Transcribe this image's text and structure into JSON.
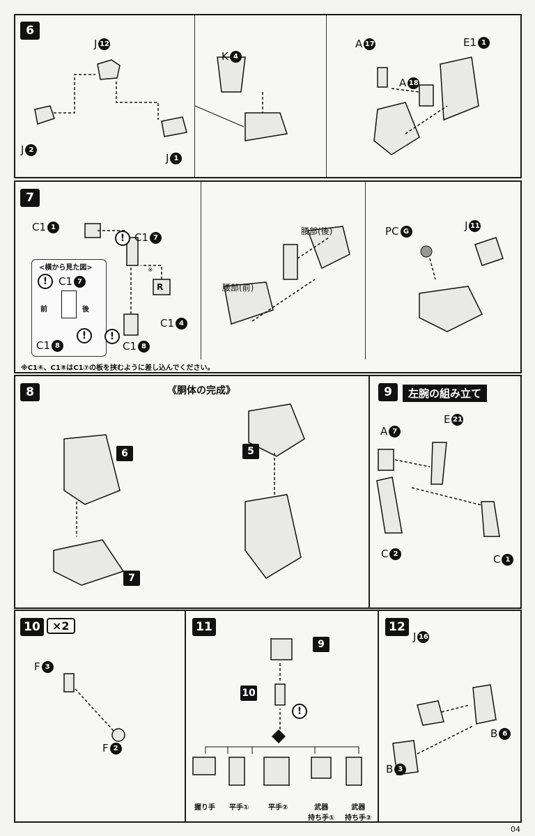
{
  "steps": {
    "s6": {
      "number": "6",
      "callouts": [
        {
          "l": "J",
          "n": "12"
        },
        {
          "l": "J",
          "n": "2"
        },
        {
          "l": "J",
          "n": "1"
        },
        {
          "l": "K",
          "n": "4"
        },
        {
          "l": "A",
          "n": "17"
        },
        {
          "l": "A",
          "n": "18"
        },
        {
          "l": "E1",
          "n": "1"
        }
      ]
    },
    "s7": {
      "number": "7",
      "callouts": [
        {
          "l": "C1",
          "n": "1"
        },
        {
          "l": "C1",
          "n": "7"
        },
        {
          "l": "C1",
          "n": "7"
        },
        {
          "l": "C1",
          "n": "8"
        },
        {
          "l": "C1",
          "n": "8"
        },
        {
          "l": "C1",
          "n": "4"
        },
        {
          "l": "PC",
          "n": "G"
        },
        {
          "l": "J",
          "n": "11"
        }
      ],
      "inset_title": "<横から見た図>",
      "front": "前",
      "back": "後",
      "mark": "※",
      "r_label": "R",
      "waist_back": "腰部(後)",
      "waist_front": "腰部(前)",
      "note": "※C1④、C1⑧はC1⑦の板を挟むように差し込んでください。"
    },
    "s8": {
      "number": "8",
      "subtitle": "《胴体の完成》",
      "refs": [
        "6",
        "7",
        "5"
      ]
    },
    "s9": {
      "number": "9",
      "title": "左腕の組み立て",
      "callouts": [
        {
          "l": "A",
          "n": "7"
        },
        {
          "l": "E",
          "n": "21"
        },
        {
          "l": "C",
          "n": "2"
        },
        {
          "l": "C",
          "n": "1"
        }
      ]
    },
    "s10": {
      "number": "10",
      "multiplier": "×2",
      "callouts": [
        {
          "l": "F",
          "n": "3"
        },
        {
          "l": "F",
          "n": "2"
        }
      ]
    },
    "s11": {
      "number": "11",
      "refs": [
        "9",
        "10"
      ],
      "hands": [
        "握り手",
        "平手①",
        "平手②",
        "武器\n持ち手①",
        "武器\n持ち手②"
      ]
    },
    "s12": {
      "number": "12",
      "callouts": [
        {
          "l": "J",
          "n": "16"
        },
        {
          "l": "B",
          "n": "6"
        },
        {
          "l": "B",
          "n": "3"
        }
      ]
    }
  },
  "caution": "!",
  "page_number": "04"
}
